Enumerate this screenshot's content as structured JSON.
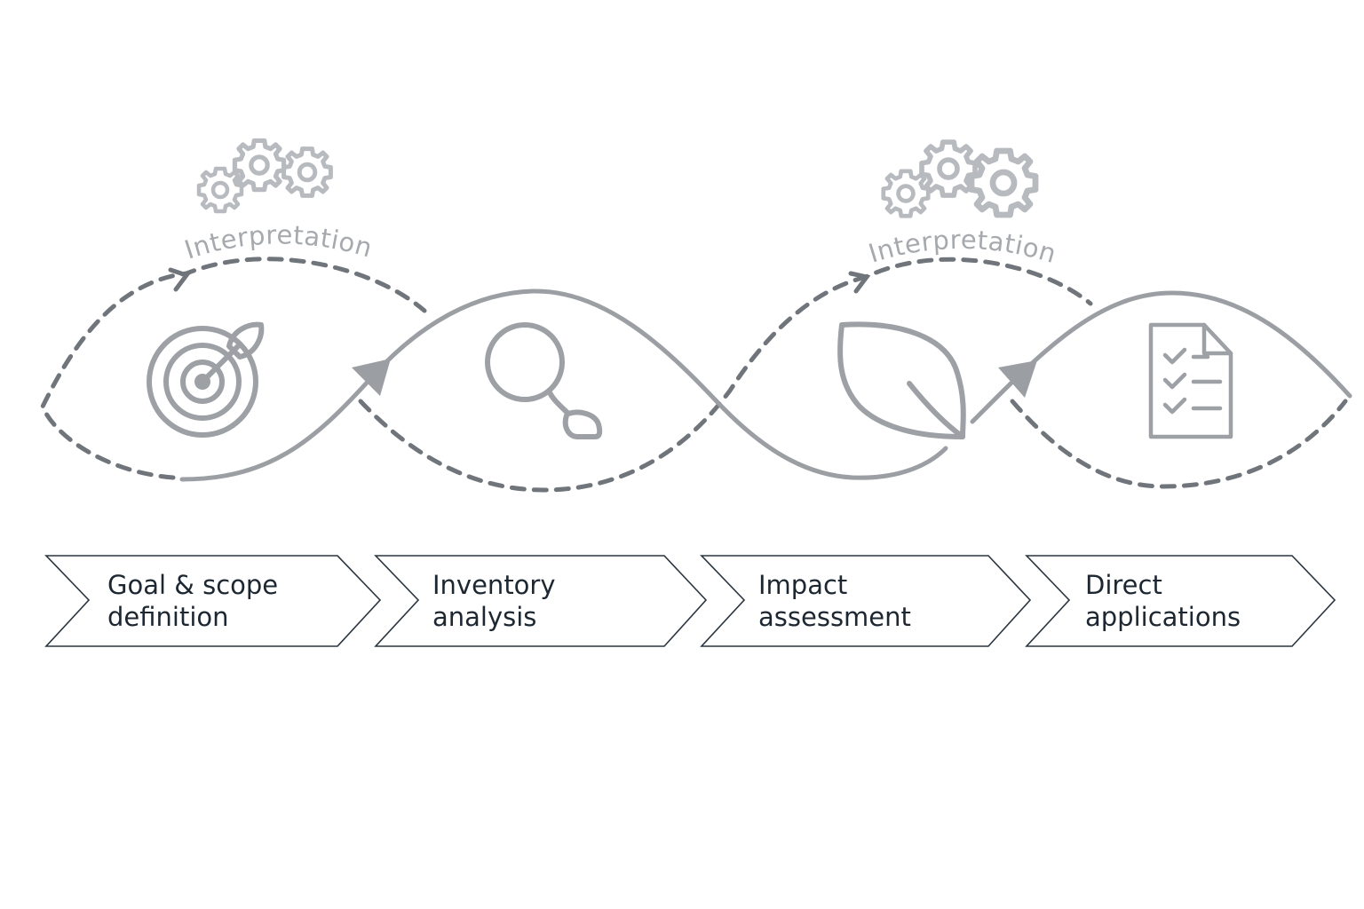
{
  "annotations": {
    "left_interpretation": "Interpretation",
    "right_interpretation": "Interpretation"
  },
  "steps": [
    {
      "line1": "Goal & scope",
      "line2": "definition",
      "icon": "target-icon"
    },
    {
      "line1": "Inventory",
      "line2": "analysis",
      "icon": "magnifier-icon"
    },
    {
      "line1": "Impact",
      "line2": "assessment",
      "icon": "leaf-icon"
    },
    {
      "line1": "Direct",
      "line2": "applications",
      "icon": "document-checklist-icon"
    }
  ],
  "colors": {
    "solid_wave": "#9b9fa4",
    "dashed_wave": "#6f757b",
    "icons": "#9da1a6",
    "gears": "#b7babe",
    "step_text": "#1d2732",
    "step_border": "#2a3540"
  }
}
